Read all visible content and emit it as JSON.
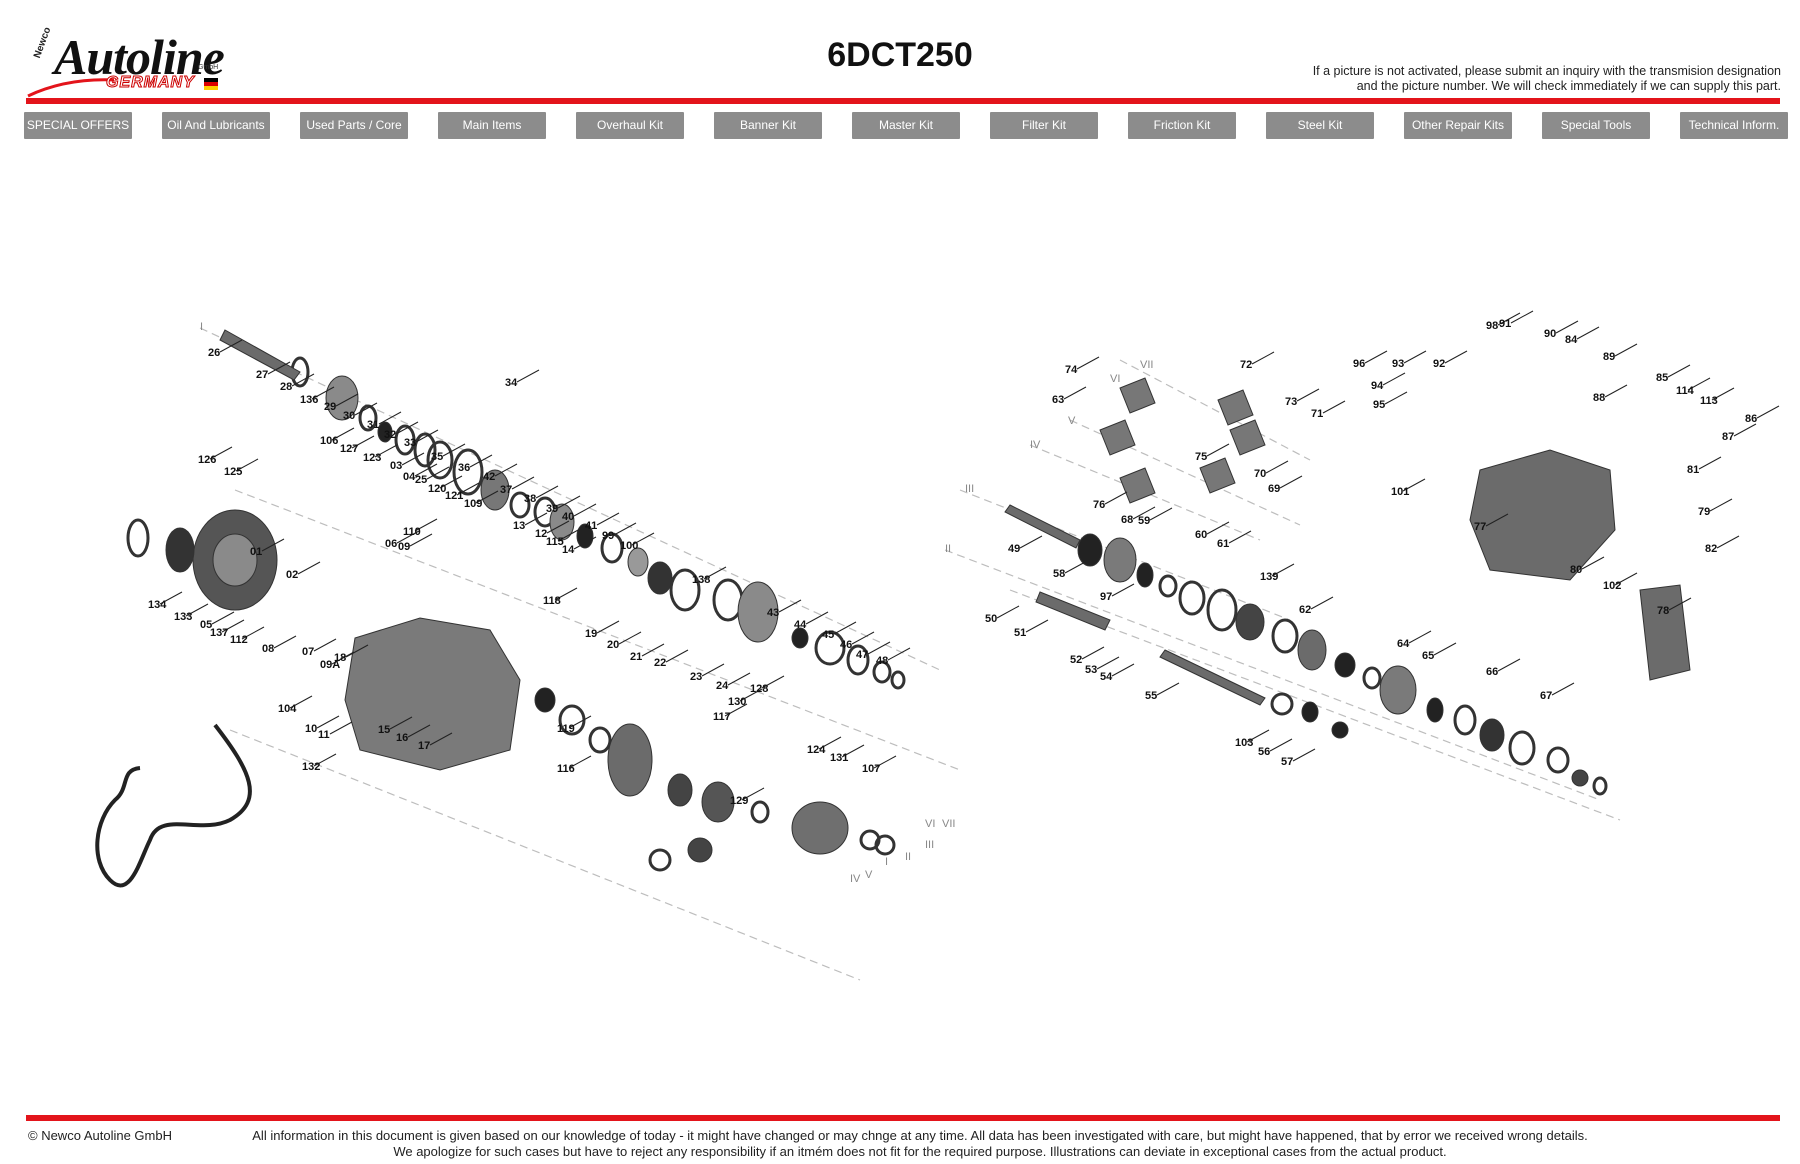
{
  "header": {
    "logo": {
      "newco": "Newco",
      "wordmark": "Autoline",
      "germany": "GERMANY",
      "gmbh": "GmbH",
      "registered": "®"
    },
    "title": "6DCT250",
    "notice_line1": "If a picture is not activated, please submit an inquiry with the transmision designation",
    "notice_line2": "and the picture number. We will check immediately if we can supply this part."
  },
  "nav": {
    "items": [
      {
        "label": "SPECIAL OFFERS"
      },
      {
        "label": "Oil And Lubricants"
      },
      {
        "label": "Used Parts / Core"
      },
      {
        "label": "Main Items"
      },
      {
        "label": "Overhaul Kit"
      },
      {
        "label": "Banner Kit"
      },
      {
        "label": "Master Kit"
      },
      {
        "label": "Filter Kit"
      },
      {
        "label": "Friction Kit"
      },
      {
        "label": "Steel Kit"
      },
      {
        "label": "Other Repair Kits"
      },
      {
        "label": "Special Tools"
      },
      {
        "label": "Technical Inform."
      }
    ]
  },
  "diagram": {
    "axis_labels": [
      "I",
      "II",
      "III",
      "IV",
      "V",
      "VI",
      "VII"
    ],
    "part_labels": [
      "01",
      "02",
      "03",
      "04",
      "05",
      "06",
      "07",
      "08",
      "09",
      "09A",
      "10",
      "11",
      "12",
      "13",
      "14",
      "15",
      "16",
      "17",
      "18",
      "19",
      "20",
      "21",
      "22",
      "23",
      "24",
      "25",
      "26",
      "27",
      "28",
      "29",
      "30",
      "31",
      "32",
      "33",
      "34",
      "35",
      "36",
      "37",
      "38",
      "39",
      "40",
      "41",
      "42",
      "43",
      "44",
      "45",
      "46",
      "47",
      "48",
      "49",
      "50",
      "51",
      "52",
      "53",
      "54",
      "55",
      "56",
      "57",
      "58",
      "59",
      "60",
      "61",
      "62",
      "63",
      "64",
      "65",
      "66",
      "67",
      "68",
      "69",
      "70",
      "71",
      "72",
      "73",
      "74",
      "75",
      "76",
      "77",
      "78",
      "79",
      "80",
      "81",
      "82",
      "84",
      "85",
      "86",
      "87",
      "88",
      "89",
      "90",
      "91",
      "92",
      "93",
      "94",
      "95",
      "96",
      "97",
      "98",
      "99",
      "100",
      "101",
      "102",
      "103",
      "104",
      "106",
      "107",
      "109",
      "110",
      "112",
      "113",
      "114",
      "115",
      "116",
      "117",
      "118",
      "119",
      "120",
      "121",
      "123",
      "124",
      "125",
      "126",
      "127",
      "128",
      "129",
      "130",
      "131",
      "132",
      "133",
      "134",
      "136",
      "137",
      "138",
      "139"
    ]
  },
  "footer": {
    "copyright": "© Newco Autoline GmbH",
    "disclaimer_line1": "All information in this document is given based on our knowledge of today - it might have changed or may chnge at any time. All data has been investigated with care, but might have happened, that by error we received wrong details.",
    "disclaimer_line2": "We apologize for such cases but have to reject any responsibility if an itmém does not fit for the required purpose. Illustrations can deviate in exceptional cases from the actual product."
  },
  "colors": {
    "accent_red": "#e3141b",
    "nav_gray": "#8c8c8c",
    "part_gray": "#5a5a5a"
  }
}
